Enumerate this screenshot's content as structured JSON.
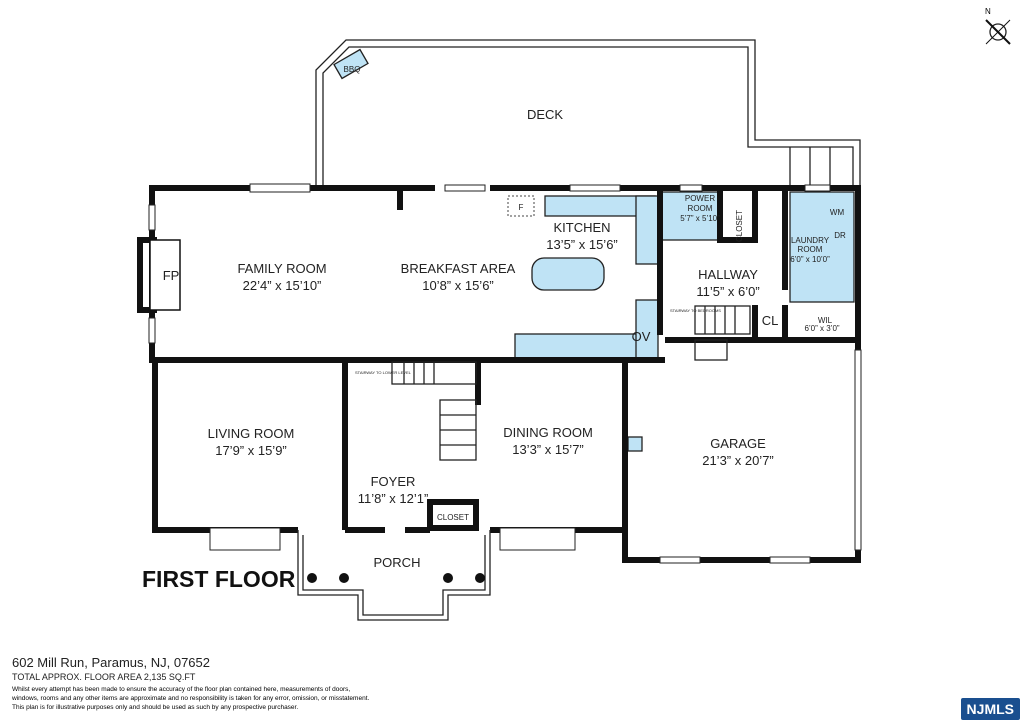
{
  "compass_label": "N",
  "floor_title": "FIRST FLOOR",
  "rooms": {
    "deck": {
      "name": "DECK"
    },
    "bbq": {
      "name": "BBQ"
    },
    "family": {
      "name": "FAMILY ROOM",
      "dim": "22’4” x 15’10”"
    },
    "fp": {
      "name": "FP"
    },
    "breakfast": {
      "name": "BREAKFAST AREA",
      "dim": "10’8” x 15’6”"
    },
    "fridge": {
      "name": "F"
    },
    "kitchen": {
      "name": "KITCHEN",
      "dim": "13’5” x 15’6”"
    },
    "power": {
      "name1": "POWER",
      "name2": "ROOM",
      "dim": "5’7” x 5’10”"
    },
    "closet_hall": {
      "name": "CLOSET"
    },
    "laundry": {
      "name1": "LAUNDRY",
      "name2": "ROOM",
      "dim": "6’0” x 10’0”",
      "wm": "WM",
      "dr": "DR"
    },
    "hallway": {
      "name": "HALLWAY",
      "dim": "11’5” x 6’0”"
    },
    "cl": {
      "name": "CL"
    },
    "wil": {
      "name": "WIL",
      "dim": "6’0” x 3’0”"
    },
    "ov": {
      "name": "OV"
    },
    "stair_up": {
      "name": "STAIRWAY TO BEDROOMS"
    },
    "stair_down": {
      "name": "STAIRWAY TO LOWER LEVEL"
    },
    "living": {
      "name": "LIVING ROOM",
      "dim": "17’9” x 15’9”"
    },
    "foyer": {
      "name": "FOYER",
      "dim": "11’8” x 12’1”"
    },
    "closet_foyer": {
      "name": "CLOSET"
    },
    "dining": {
      "name": "DINING ROOM",
      "dim": "13’3” x 15’7”"
    },
    "garage": {
      "name": "GARAGE",
      "dim": "21’3” x 20’7”"
    },
    "porch": {
      "name": "PORCH"
    }
  },
  "footer": {
    "address": "602 Mill Run, Paramus, NJ, 07652",
    "area": "TOTAL APPROX. FLOOR AREA 2,135 SQ.FT",
    "disclaimer1": "Whilst every attempt has been made to ensure the accuracy of the floor plan contained here, measurements of doors,",
    "disclaimer2": "windows, rooms and any other items are approximate and no responsibility is taken for any error, omission, or misstatement.",
    "disclaimer3": "This plan is for illustrative purposes only and should be used as such by any prospective purchaser."
  },
  "watermark": "NJMLS",
  "colors": {
    "fixture_fill": "#bfe3f5",
    "wall": "#111111"
  }
}
